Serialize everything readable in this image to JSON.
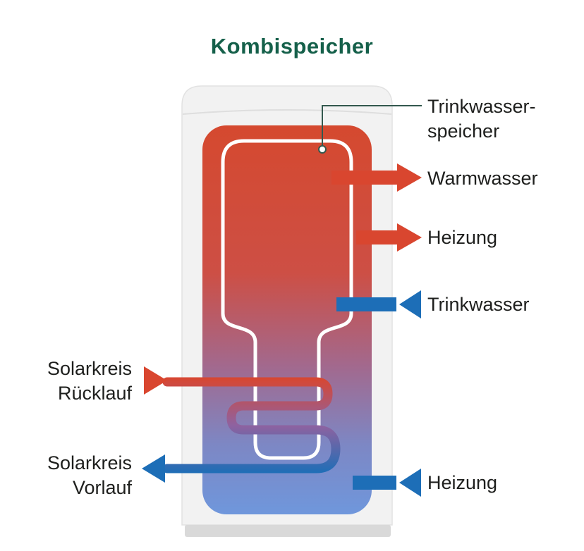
{
  "title": "Kombispeicher",
  "labels": {
    "inner_tank": {
      "line1": "Trinkwasser-",
      "line2": "speicher"
    },
    "warmwasser": "Warmwasser",
    "heizung_top": "Heizung",
    "trinkwasser": "Trinkwasser",
    "solar_ruecklauf": {
      "line1": "Solarkreis",
      "line2": "Rücklauf"
    },
    "solar_vorlauf": {
      "line1": "Solarkreis",
      "line2": "Vorlauf"
    },
    "heizung_bottom": "Heizung"
  },
  "colors": {
    "title_green": "#15604a",
    "red": "#d9462f",
    "blue": "#1d6eb7",
    "gradient_top": "#d5492f",
    "gradient_mid": "#a2698e",
    "gradient_bottom": "#6f97dc",
    "coil_mid": "#8f62a0",
    "tank_gray": "#f2f2f2",
    "tank_outline": "#e2e2e2",
    "tank_base": "#d9d9d9",
    "inner_tank_outline": "#ffffff",
    "connector": "#33584e",
    "text": "#1e1f1d"
  }
}
